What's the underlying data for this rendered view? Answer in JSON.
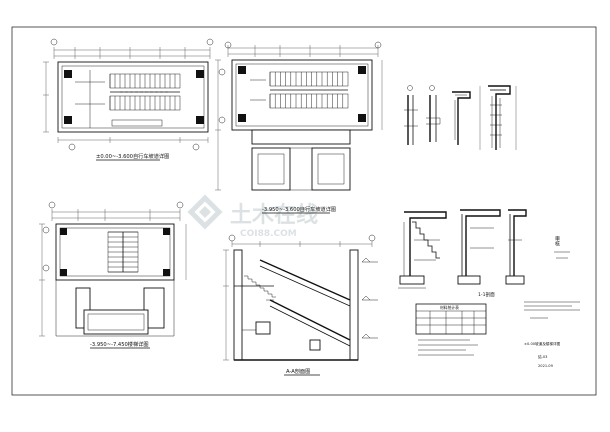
{
  "sheet": {
    "drawings": {
      "plan1_caption": "±0.00~-3.600自行车坡道详图",
      "plan2_caption": "-3.950~-3.600自行车坡道详图",
      "plan3_caption": "-3.950~-7.450楼梯详图",
      "section_caption": "A-A剖面图"
    },
    "details": {
      "stair_section_label": "1-1剖面"
    },
    "notes_table": {
      "title": "材料统计表"
    },
    "right_block": {
      "vertical_stamp": "审核",
      "drawing_title": "±0.00坡道及楼梯详图",
      "drawing_no": "结-03",
      "date": "2021.09"
    },
    "watermark": {
      "text": "土木在线"
    }
  }
}
